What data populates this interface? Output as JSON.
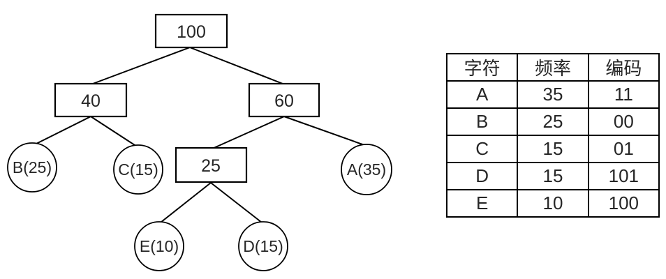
{
  "colors": {
    "background": "#ffffff",
    "line": "#000000",
    "text": "#262626"
  },
  "tree": {
    "description": "Huffman tree",
    "nodes": {
      "n100": {
        "label": "100",
        "type": "internal"
      },
      "n40": {
        "label": "40",
        "type": "internal"
      },
      "n60": {
        "label": "60",
        "type": "internal"
      },
      "n25": {
        "label": "25",
        "type": "internal"
      },
      "b": {
        "label": "B(25)",
        "type": "leaf"
      },
      "c": {
        "label": "C(15)",
        "type": "leaf"
      },
      "a": {
        "label": "A(35)",
        "type": "leaf"
      },
      "e": {
        "label": "E(10)",
        "type": "leaf"
      },
      "d": {
        "label": "D(15)",
        "type": "leaf"
      }
    },
    "edges": [
      "100-40",
      "100-60",
      "40-B",
      "40-C",
      "60-25",
      "60-A",
      "25-E",
      "25-D"
    ]
  },
  "table": {
    "headers": [
      "字符",
      "频率",
      "编码"
    ],
    "rows": [
      [
        "A",
        "35",
        "11"
      ],
      [
        "B",
        "25",
        "00"
      ],
      [
        "C",
        "15",
        "01"
      ],
      [
        "D",
        "15",
        "101"
      ],
      [
        "E",
        "10",
        "100"
      ]
    ]
  }
}
